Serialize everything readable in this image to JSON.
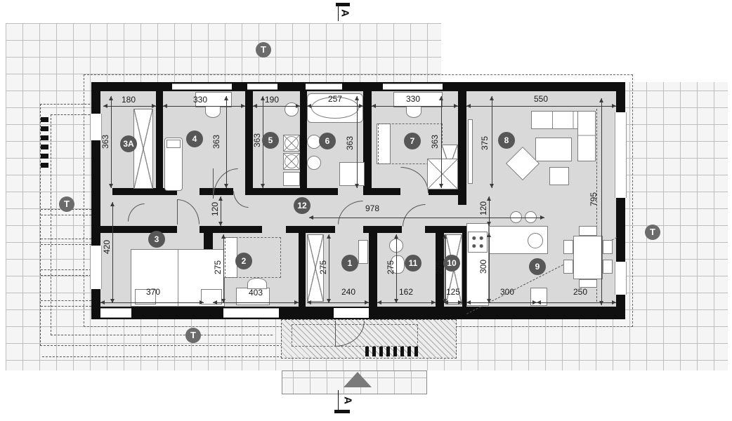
{
  "markers": {
    "terrace": "T",
    "section": "A"
  },
  "rooms": [
    "3A",
    "4",
    "5",
    "6",
    "7",
    "8",
    "12",
    "3",
    "2",
    "1",
    "11",
    "10",
    "9"
  ],
  "dims": [
    "180",
    "330",
    "190",
    "257",
    "330",
    "550",
    "363",
    "363",
    "363",
    "363",
    "363",
    "375",
    "795",
    "120",
    "978",
    "120",
    "420",
    "275",
    "275",
    "275",
    "275",
    "300",
    "370",
    "403",
    "240",
    "162",
    "125",
    "300",
    "250"
  ],
  "colors": {
    "wall": "#0f0f0f",
    "room_fill": "#d9d9d9",
    "terrace_fill": "#f4f5f4",
    "marker_fill": "#575757"
  }
}
